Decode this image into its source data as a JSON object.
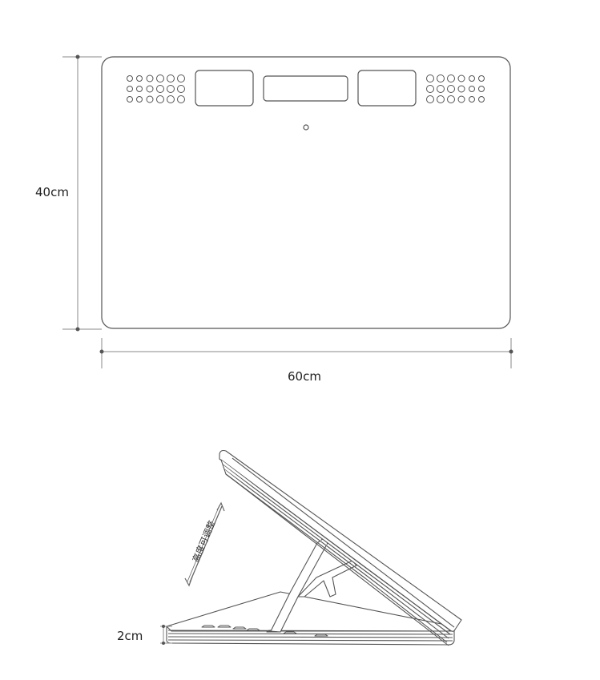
{
  "top_view": {
    "height_label": "40cm",
    "width_label": "60cm"
  },
  "side_view": {
    "thickness_label": "2cm",
    "adjust_label": "高度可调整"
  },
  "colors": {
    "line": "#555555",
    "dim_line": "#888888",
    "dot": "#555555"
  }
}
